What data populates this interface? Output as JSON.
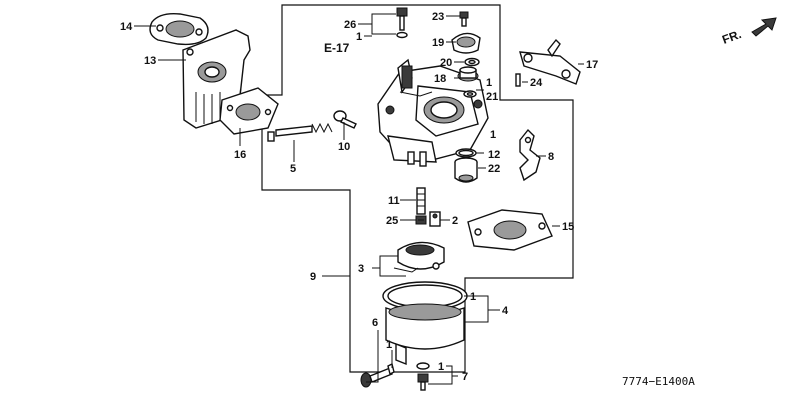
{
  "callouts": {
    "c14": "14",
    "c13": "13",
    "c16": "16",
    "c5": "5",
    "c10": "10",
    "c26": "26",
    "c1_top": "1",
    "c23": "23",
    "c19": "19",
    "c20": "20",
    "c18": "18",
    "c1_18": "1",
    "c21": "21",
    "c17": "17",
    "c24": "24",
    "c1_12": "1",
    "c12": "12",
    "c22": "22",
    "c8": "8",
    "c11": "11",
    "c25": "25",
    "c2": "2",
    "c15": "15",
    "c3": "3",
    "c9": "9",
    "c1_4": "1",
    "c4": "4",
    "c6": "6",
    "c1_6": "1",
    "c1_7": "1",
    "c7": "7"
  },
  "reference": "E-17",
  "direction_label": "FR.",
  "diagram_code": "7774−E1400A",
  "colors": {
    "ink": "#111111",
    "shade": "#9a9a9a",
    "background": "#ffffff"
  }
}
